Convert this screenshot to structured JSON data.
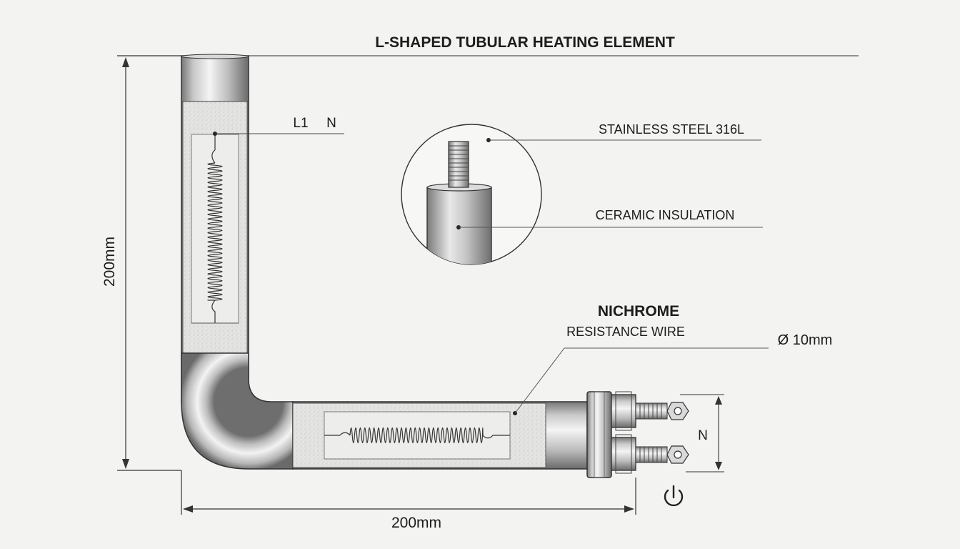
{
  "diagram": {
    "title": "L-SHAPED TUBULAR HEATING ELEMENT",
    "labels": {
      "terminal_l1": "L1",
      "terminal_n_top": "N",
      "sheath_material": "STAINLESS STEEL 316L",
      "insulation": "CERAMIC INSULATION",
      "wire_heading": "NICHROME",
      "wire_sub": "RESISTANCE WIRE",
      "diameter": "Ø 10mm",
      "terminal_n_side": "N"
    },
    "dimensions": {
      "height": "200mm",
      "width": "200mm"
    },
    "colors": {
      "line": "#2a2a2a",
      "steel_light": "#f2f2f2",
      "steel_mid": "#bdbdbd",
      "steel_dark": "#6e6e6e",
      "background": "#f3f3f1"
    },
    "icons": {
      "power": "power-icon"
    }
  }
}
